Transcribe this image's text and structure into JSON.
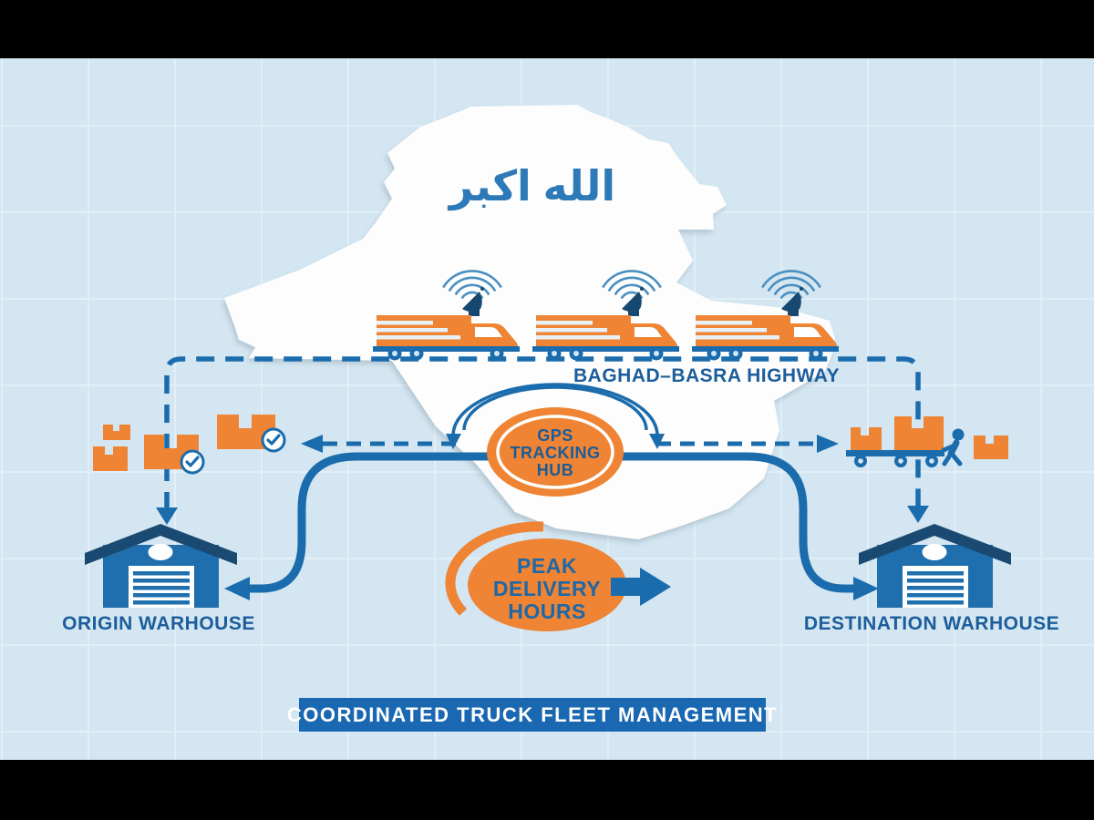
{
  "scene": {
    "background_color": "#d3e6f1",
    "letterbox_color": "#000000",
    "map_fill": "#fdfdfd"
  },
  "map": {
    "arabic_text": "الله اكبر"
  },
  "highway": {
    "label": "BAGHAD–BASRA HIGHWAY"
  },
  "hub": {
    "lines": [
      "GPS",
      "TRACKING",
      "HUB"
    ]
  },
  "peak": {
    "lines": [
      "PEAK",
      "DELIVERY",
      "HOURS"
    ]
  },
  "warehouses": {
    "origin_label": "ORIGIN WARHOUSE",
    "destination_label": "DESTINATION WARHOUSE"
  },
  "banner": {
    "label": "COORDINATED TRUCK FLEET MANAGEMENT"
  },
  "colors": {
    "orange": "#ee8434",
    "line_blue": "#1b6cac",
    "signal_blue": "#4a8fc0",
    "navy_text": "#1c5d9c",
    "roof_navy": "#1a4a72",
    "body_blue": "#1f6fae",
    "banner_blue": "#1a68b2",
    "arabic_blue": "#2e7ab8"
  },
  "icons": {
    "truck": "truck-icon",
    "satellite": "satellite-dish-icon",
    "signals": "signal-arcs-icon",
    "package": "package-box-icon",
    "check": "check-badge-icon",
    "warehouse": "warehouse-icon",
    "cart": "cart-icon",
    "worker": "worker-icon",
    "arrow": "arrow-right-icon"
  }
}
